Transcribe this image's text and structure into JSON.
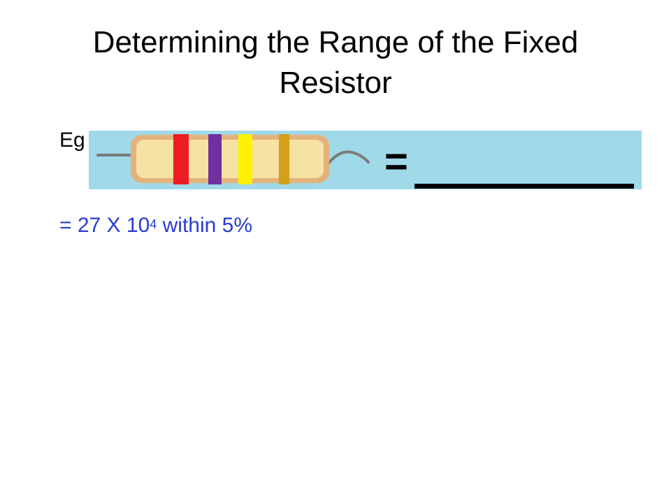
{
  "slide": {
    "title_line1": "Determining the Range of the Fixed",
    "title_line2": "Resistor",
    "eg_label": "Eg",
    "figure": {
      "equals_sign": "=",
      "panel_color": "#a0d9e8",
      "resistor_body_color": "#f7e2a6",
      "bands": [
        {
          "color_name": "red",
          "color": "#ee1c24"
        },
        {
          "color_name": "violet",
          "color": "#7030a0"
        },
        {
          "color_name": "yellow",
          "color": "#fff200"
        },
        {
          "color_name": "gold",
          "color": "#d4a017"
        }
      ]
    },
    "result": {
      "prefix": "= 27 X 10",
      "exponent": "4",
      "suffix": " within 5%",
      "color": "#2a3ad0"
    }
  }
}
